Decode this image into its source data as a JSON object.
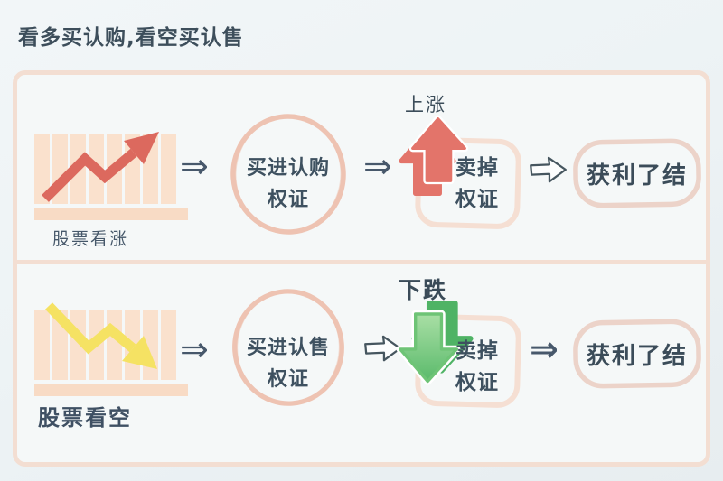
{
  "title": "看多买认购,看空买认售",
  "glyphs": {
    "double_arrow": "⇒"
  },
  "colors": {
    "background": "#edf3f5",
    "panel_fill": "#f5f8f8",
    "panel_border": "#f3ded2",
    "heading_text": "#3d4e5b",
    "body_text": "#3e5160",
    "flow_arrow": "#47586b",
    "chart_bar": "#fae1cd",
    "rising_arrow": "#dc695e",
    "falling_arrow": "#f5e263",
    "up_block_arrow": "#e3746a",
    "down_block_arrow_front": "#6ec476",
    "down_block_arrow_back": "#4fb365",
    "circle_stroke": "#eec3b2",
    "sell_box_stroke": "#f5dfd3",
    "result_box_stroke": "#ecd3c9"
  },
  "rows": [
    {
      "name": "bullish",
      "chart_label": "股票看涨",
      "buy_step": {
        "line1": "买进认购",
        "line2": "权证"
      },
      "trend_label": "上涨",
      "sell_step": {
        "line1": "卖掉",
        "line2": "权证"
      },
      "result_label": "获利了结"
    },
    {
      "name": "bearish",
      "chart_label": "股票看空",
      "buy_step": {
        "line1": "买进认售",
        "line2": "权证"
      },
      "trend_label": "下跌",
      "sell_step": {
        "line1": "卖掉",
        "line2": "权证"
      },
      "result_label": "获利了结"
    }
  ]
}
